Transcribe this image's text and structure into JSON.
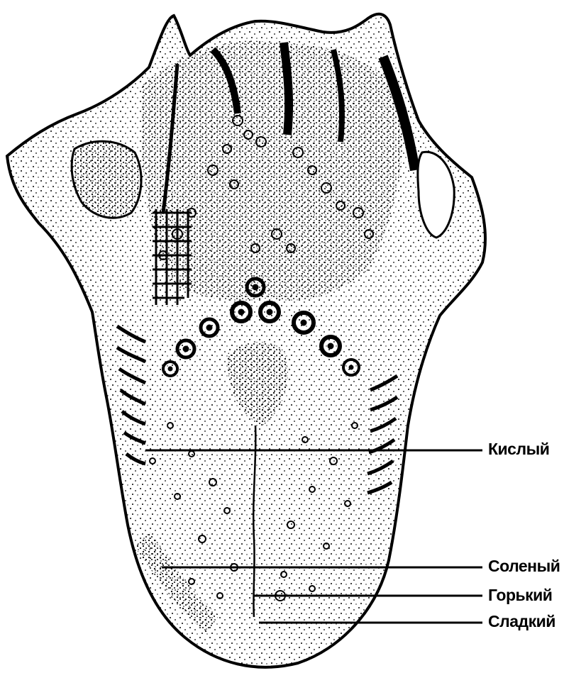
{
  "labels": {
    "sour": "Кислый",
    "salty": "Соленый",
    "bitter": "Горький",
    "sweet": "Сладкий"
  },
  "colors": {
    "ink": "#000000",
    "paper": "#ffffff"
  }
}
